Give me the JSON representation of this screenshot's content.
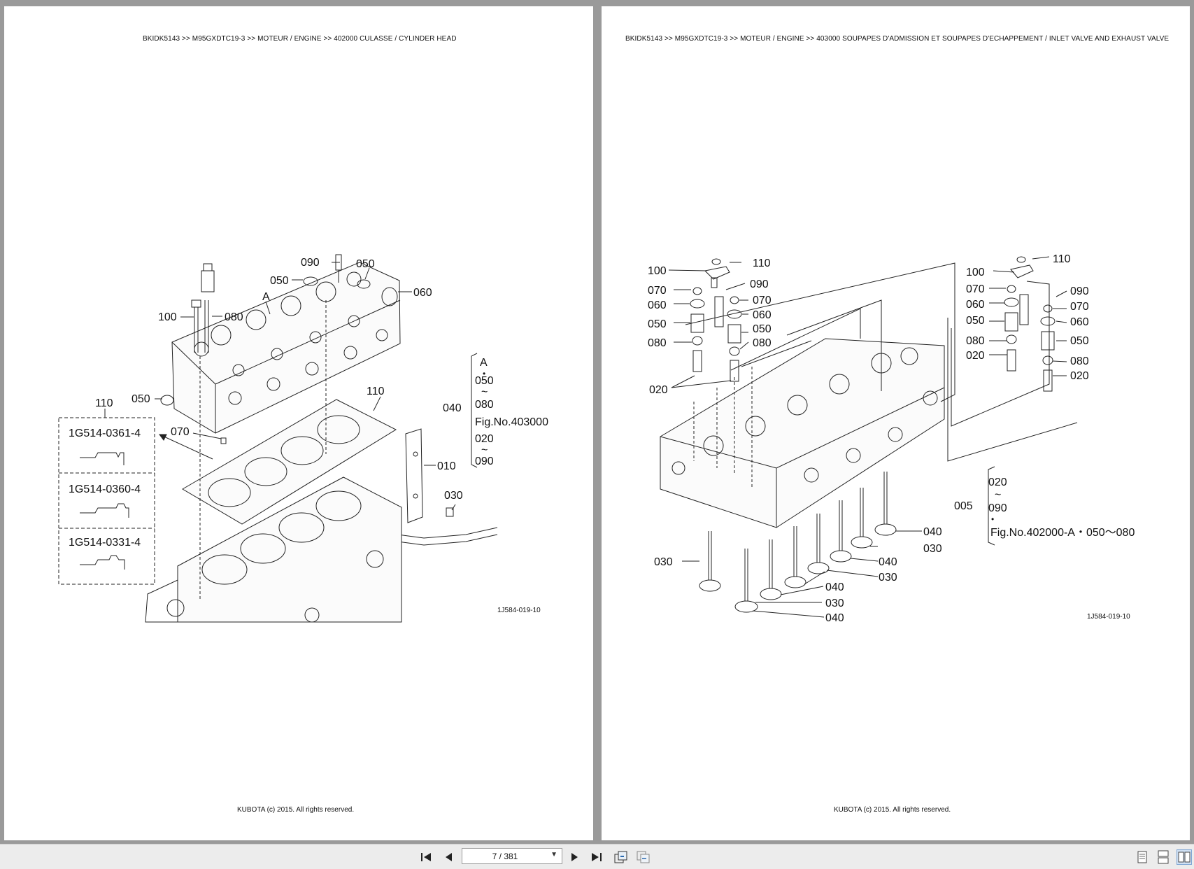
{
  "left_page": {
    "header": "BKIDK5143 >> M95GXDTC19-3 >> MOTEUR / ENGINE >> 402000   CULASSE / CYLINDER HEAD",
    "footer": "KUBOTA (c) 2015. All rights reserved.",
    "figure_code": "1J584-019-10",
    "callouts": [
      "090",
      "050",
      "050",
      "060",
      "A",
      "100",
      "080",
      "050",
      "110",
      "110",
      "070",
      "040",
      "010",
      "030"
    ],
    "gasket_options": [
      "1G514-0361-4",
      "1G514-0360-4",
      "1G514-0331-4"
    ],
    "reference": {
      "a": "A",
      "dot": "•",
      "from": "050",
      "tilde": "~",
      "to": "080",
      "fig": "Fig.No.403000",
      "from2": "020",
      "to2": "090"
    }
  },
  "right_page": {
    "header": "BKIDK5143 >> M95GXDTC19-3 >> MOTEUR / ENGINE >> 403000   SOUPAPES D'ADMISSION ET SOUPAPES D'ECHAPPEMENT / INLET VALVE AND EXHAUST VALVE",
    "footer": "KUBOTA (c) 2015. All rights reserved.",
    "figure_code": "1J584-019-10",
    "callouts_left": [
      "110",
      "100",
      "090",
      "070",
      "070",
      "060",
      "060",
      "050",
      "050",
      "080",
      "080",
      "020"
    ],
    "callouts_right": [
      "110",
      "100",
      "070",
      "090",
      "060",
      "070",
      "050",
      "060",
      "080",
      "050",
      "020",
      "080",
      "020"
    ],
    "callouts_valves": [
      "040",
      "030",
      "040",
      "030",
      "030",
      "040",
      "030",
      "040"
    ],
    "reference": {
      "num": "005",
      "from": "020",
      "tilde": "~",
      "to": "090",
      "dot": "•",
      "fig": "Fig.No.402000-A・050～080"
    }
  },
  "toolbar": {
    "page_value": "7 / 381",
    "buttons": [
      "first-page-icon",
      "prev-page-icon",
      "next-page-icon",
      "last-page-icon",
      "continuous-page-icon",
      "page-select-icon",
      "single-page-icon",
      "single-continuous-icon",
      "two-page-icon"
    ]
  }
}
